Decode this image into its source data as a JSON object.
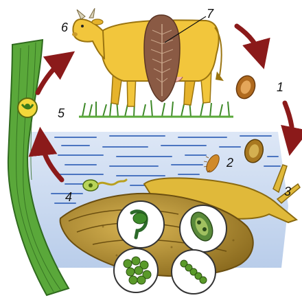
{
  "diagram": {
    "labels": {
      "l1": "1",
      "l2": "2",
      "l3": "3",
      "l4": "4",
      "l5": "5",
      "l6": "6",
      "l7": "7"
    },
    "icons": {
      "host_definitive": "cow-icon",
      "parasite_adult": "liver-fluke-icon",
      "stage_egg": "egg-icon",
      "stage_miracidium": "miracidium-icon",
      "host_intermediate": "snail-icon",
      "stage_cercaria": "cercaria-icon",
      "stage_adolescaria": "cyst-icon",
      "plant": "grass-blade-icon"
    },
    "colors": {
      "cycle_arrow": "#8b1a1a",
      "water": "#c7d8ee",
      "water_lines": "#4a74c0",
      "cow": "#f2c63c",
      "fluke": "#8a5a44",
      "snail_shell": "#a8862c",
      "snail_body": "#e0b93a",
      "grass": "#5aa83a"
    }
  }
}
